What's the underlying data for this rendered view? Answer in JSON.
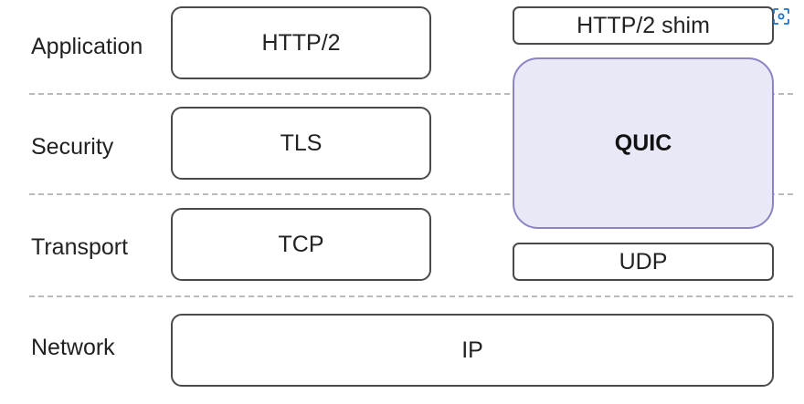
{
  "layers": [
    {
      "label": "Application"
    },
    {
      "label": "Security"
    },
    {
      "label": "Transport"
    },
    {
      "label": "Network"
    }
  ],
  "tcp_stack": {
    "application": "HTTP/2",
    "security": "TLS",
    "transport": "TCP"
  },
  "quic_stack": {
    "shim": "HTTP/2 shim",
    "core": "QUIC",
    "udp": "UDP"
  },
  "network": {
    "ip": "IP"
  },
  "colors": {
    "quic_fill": "#e9e8f6",
    "quic_border": "#8b85c4",
    "divider": "#b9b9b9",
    "box_border": "#4a4a4a"
  },
  "icons": {
    "corner": "focus-frame-icon"
  }
}
